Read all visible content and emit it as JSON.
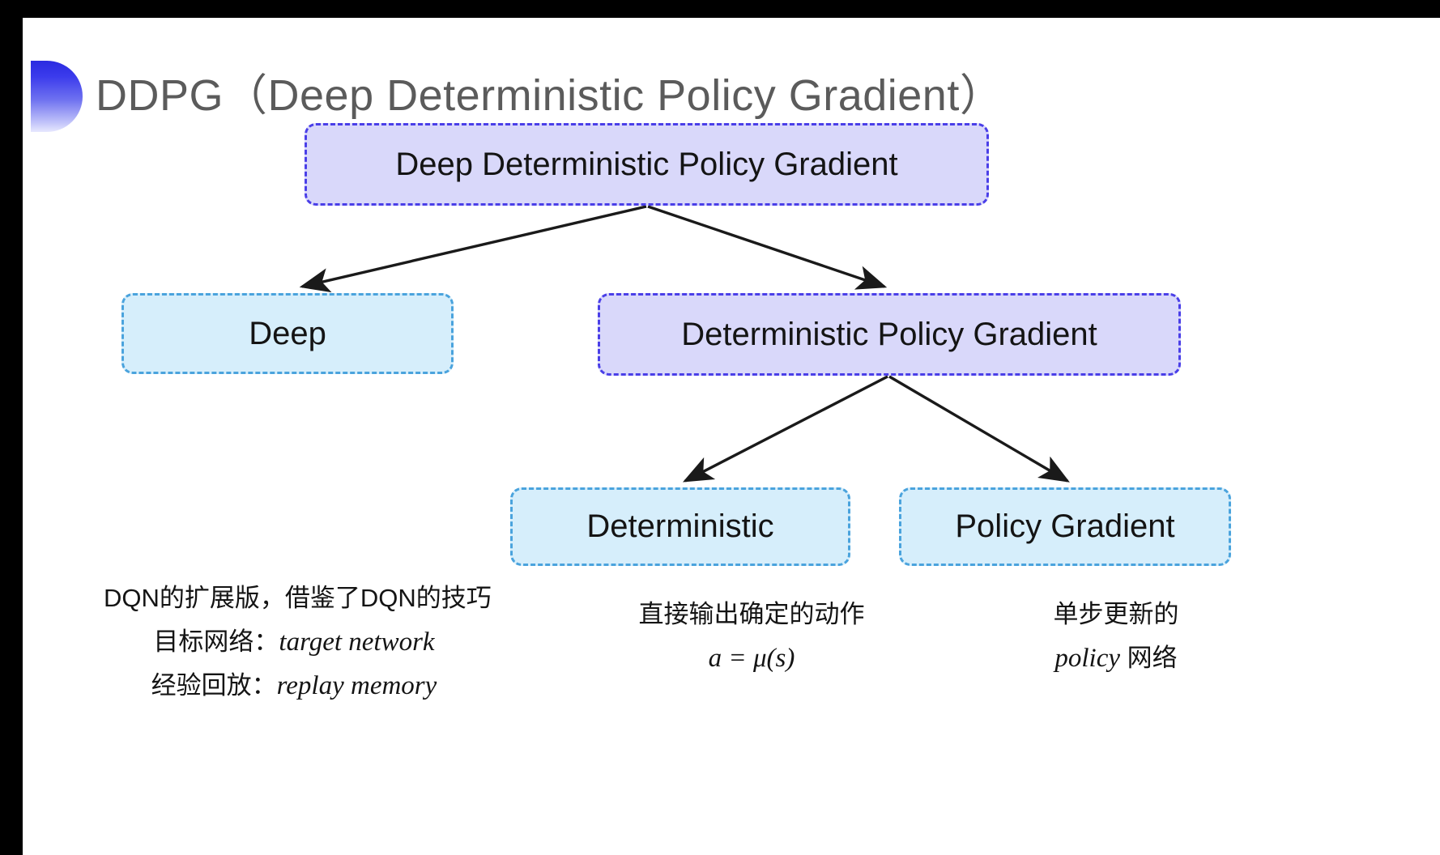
{
  "slide": {
    "title": "DDPG（Deep Deterministic Policy Gradient）",
    "background_color": "#ffffff",
    "letterbox_color": "#000000"
  },
  "colors": {
    "title_text": "#5b5b5b",
    "bullet_gradient_start": "#2b2be0",
    "bullet_gradient_end": "#e7e8fe",
    "purple_node_fill": "#d9d8fa",
    "purple_node_border": "#4a3fe8",
    "cyan_node_fill": "#d6eefb",
    "cyan_node_border": "#4aa3dd",
    "connector": "#1a1a1a",
    "body_text": "#141414"
  },
  "diagram": {
    "nodes": [
      {
        "id": "root",
        "label": "Deep Deterministic Policy Gradient",
        "style": "purple",
        "level": 0
      },
      {
        "id": "deep",
        "label": "Deep",
        "style": "cyan",
        "level": 1
      },
      {
        "id": "dpg",
        "label": "Deterministic Policy Gradient",
        "style": "purple",
        "level": 1
      },
      {
        "id": "det",
        "label": "Deterministic",
        "style": "cyan",
        "level": 2
      },
      {
        "id": "pg",
        "label": "Policy Gradient",
        "style": "cyan",
        "level": 2
      }
    ],
    "edges": [
      {
        "from": "root",
        "to": "deep"
      },
      {
        "from": "root",
        "to": "dpg"
      },
      {
        "from": "dpg",
        "to": "det"
      },
      {
        "from": "dpg",
        "to": "pg"
      }
    ]
  },
  "annotations": {
    "left": {
      "line1": "DQN的扩展版，借鉴了DQN的技巧",
      "line2_label": "目标网络：",
      "line2_term": "target network",
      "line3_label": "经验回放：",
      "line3_term": "replay memory"
    },
    "middle": {
      "line1": "直接输出确定的动作",
      "formula": "a = μ(s)"
    },
    "right": {
      "line1": "单步更新的",
      "line2_term": "policy",
      "line2_suffix": " 网络"
    }
  }
}
